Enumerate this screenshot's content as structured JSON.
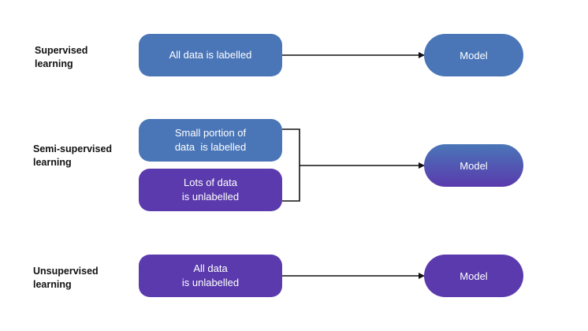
{
  "colors": {
    "blue": "#4a76b8",
    "purple": "#5a3aad",
    "line": "#111111"
  },
  "rows": {
    "supervised": {
      "label_lines": [
        "Supervised",
        "learning"
      ],
      "input_lines": [
        "All data is labelled"
      ],
      "output": "Model"
    },
    "semi_supervised": {
      "label_lines": [
        "Semi-supervised",
        "learning"
      ],
      "input_top_lines": [
        "Small portion of",
        "data  is labelled"
      ],
      "input_bottom_lines": [
        "Lots of data",
        "is unlabelled"
      ],
      "output": "Model"
    },
    "unsupervised": {
      "label_lines": [
        "Unsupervised",
        "learning"
      ],
      "input_lines": [
        "All data",
        "is unlabelled"
      ],
      "output": "Model"
    }
  }
}
